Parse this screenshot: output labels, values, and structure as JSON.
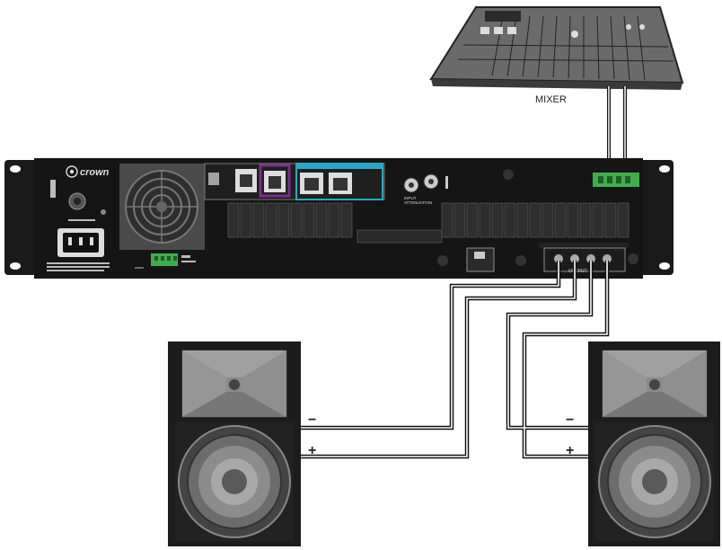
{
  "mixer": {
    "label": "MIXER"
  },
  "amplifier": {
    "brand": "crown",
    "input_attenuation_label": "INPUT\nATTENUATION",
    "output_label": "OUTPUT"
  },
  "speakers": [
    {
      "minus": "−",
      "plus": "+"
    },
    {
      "minus": "−",
      "plus": "+"
    }
  ],
  "colors": {
    "panel": "#151515",
    "network_port_accent": "#7b2d8f",
    "network_group_accent": "#2aa7c4",
    "terminal_green": "#3fae4a",
    "cable": "#111111"
  }
}
